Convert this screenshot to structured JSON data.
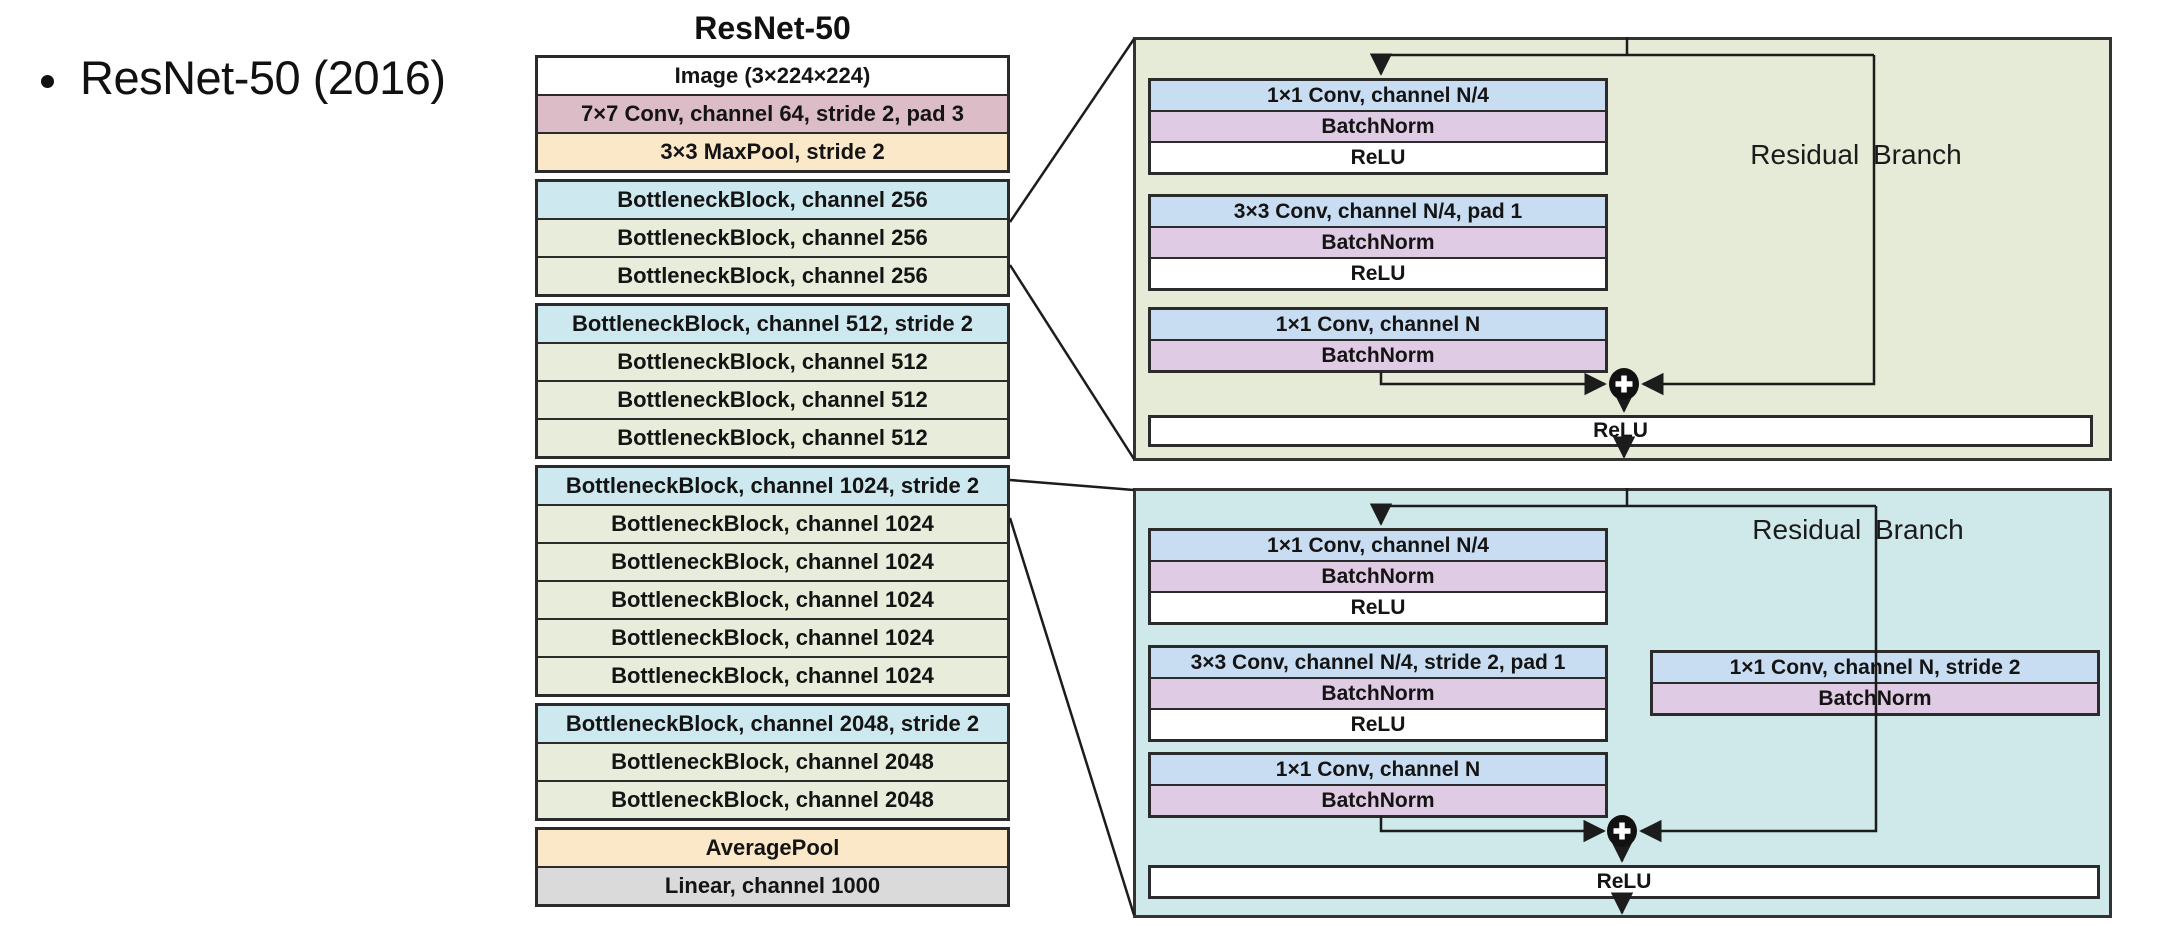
{
  "bullet": {
    "text": "ResNet-50 (2016)"
  },
  "stack": {
    "title": "ResNet-50",
    "groups": [
      {
        "rows": [
          {
            "label": "Image (3×224×224)"
          },
          {
            "label": "7×7 Conv, channel 64, stride 2, pad 3"
          },
          {
            "label": "3×3 MaxPool, stride 2"
          }
        ]
      },
      {
        "rows": [
          {
            "label": "BottleneckBlock, channel 256"
          },
          {
            "label": "BottleneckBlock, channel 256"
          },
          {
            "label": "BottleneckBlock, channel 256"
          }
        ]
      },
      {
        "rows": [
          {
            "label": "BottleneckBlock, channel 512, stride 2"
          },
          {
            "label": "BottleneckBlock, channel 512"
          },
          {
            "label": "BottleneckBlock, channel 512"
          },
          {
            "label": "BottleneckBlock, channel 512"
          }
        ]
      },
      {
        "rows": [
          {
            "label": "BottleneckBlock, channel 1024, stride 2"
          },
          {
            "label": "BottleneckBlock, channel 1024"
          },
          {
            "label": "BottleneckBlock, channel 1024"
          },
          {
            "label": "BottleneckBlock, channel 1024"
          },
          {
            "label": "BottleneckBlock, channel 1024"
          },
          {
            "label": "BottleneckBlock, channel 1024"
          }
        ]
      },
      {
        "rows": [
          {
            "label": "BottleneckBlock, channel 2048, stride 2"
          },
          {
            "label": "BottleneckBlock, channel 2048"
          },
          {
            "label": "BottleneckBlock, channel 2048"
          }
        ]
      },
      {
        "rows": [
          {
            "label": "AveragePool"
          },
          {
            "label": "Linear, channel 1000"
          }
        ]
      }
    ]
  },
  "detail_top": {
    "residual_label": "Residual Branch",
    "g1": [
      "1×1 Conv, channel N/4",
      "BatchNorm",
      "ReLU"
    ],
    "g2": [
      "3×3 Conv, channel N/4, pad 1",
      "BatchNorm",
      "ReLU"
    ],
    "g3": [
      "1×1 Conv, channel N",
      "BatchNorm"
    ],
    "output_relu": "ReLU",
    "merge_icon": "+"
  },
  "detail_bottom": {
    "residual_label": "Residual Branch",
    "g1": [
      "1×1 Conv, channel N/4",
      "BatchNorm",
      "ReLU"
    ],
    "g2": [
      "3×3 Conv, channel N/4, stride 2, pad 1",
      "BatchNorm",
      "ReLU"
    ],
    "shortcut": [
      "1×1 Conv, channel N, stride 2",
      "BatchNorm"
    ],
    "g3": [
      "1×1 Conv, channel N",
      "BatchNorm"
    ],
    "output_relu": "ReLU",
    "merge_icon": "+"
  },
  "colors": {
    "stack_row_white": "#ffffff",
    "stack_row_conv": "#dcbcc6",
    "stack_row_pool": "#fbe8c9",
    "stack_row_block_stride": "#cde9ef",
    "stack_row_block": "#e7edda",
    "stack_row_linear": "#dadada",
    "panel_top_bg": "#e6ebd7",
    "panel_bottom_bg": "#cfe8ea",
    "detail_row_conv": "#c9ddf2",
    "detail_row_batchnorm": "#e0cbe5",
    "detail_row_relu": "#ffffff",
    "line": "#1c1c1c"
  }
}
